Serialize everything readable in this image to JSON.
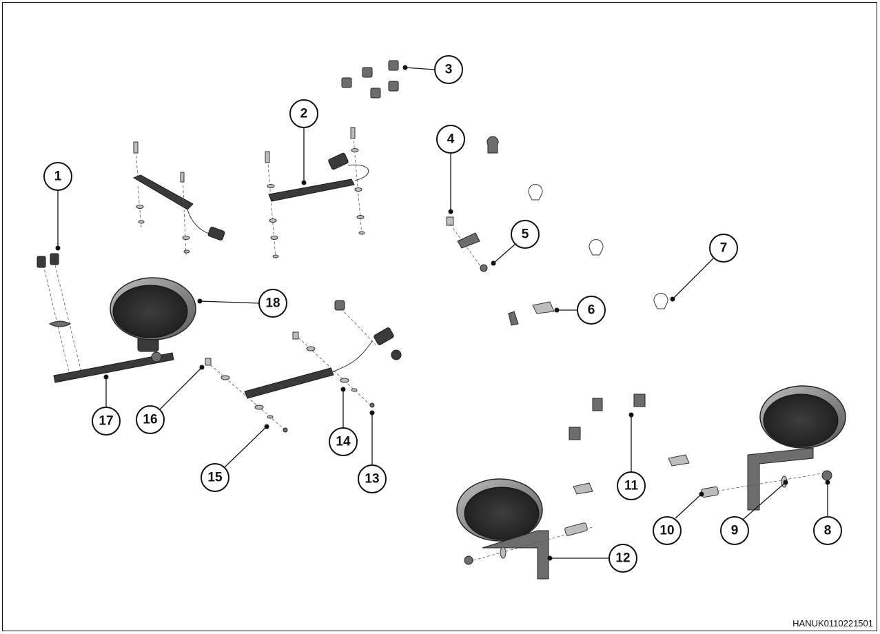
{
  "diagram": {
    "callouts": [
      "1",
      "2",
      "3",
      "4",
      "5",
      "6",
      "7",
      "8",
      "9",
      "10",
      "11",
      "12",
      "13",
      "14",
      "15",
      "16",
      "17",
      "18"
    ],
    "parts": {
      "work_lamp": "work-lamp",
      "mounting_bracket": "mounting-bracket",
      "wiring_harness": "wiring-harness",
      "bolt": "bolt",
      "washer": "washer",
      "nut": "nut",
      "cable_clip": "cable-clip",
      "cable_clamp": "cable-clamp"
    }
  },
  "document_code": "HANUK0110221501"
}
